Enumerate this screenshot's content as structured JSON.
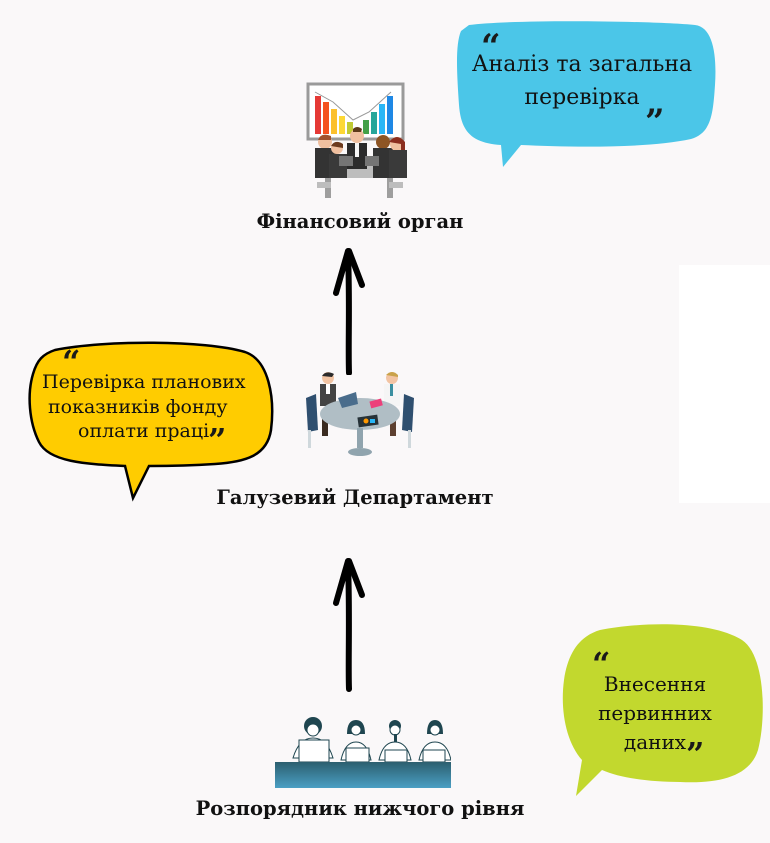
{
  "diagram": {
    "type": "hierarchy-flow",
    "direction": "bottom-to-top",
    "colors": {
      "background": "#faf8f9",
      "bubble_blue": "#4bc6e8",
      "bubble_yellow": "#ffcc00",
      "bubble_green": "#c2d82e",
      "arrow": "#000000"
    },
    "levels": [
      {
        "id": "finance",
        "label": "Фінансовий орган",
        "illustration": "presentation-meeting-icon",
        "bubble": {
          "lines": [
            "Аналіз та загальна",
            "перевірка"
          ],
          "color": "#4bc6e8"
        }
      },
      {
        "id": "department",
        "label": "Галузевий Департамент",
        "illustration": "round-table-meeting-icon",
        "bubble": {
          "lines": [
            "Перевірка планових",
            "показників фонду",
            "оплати праці"
          ],
          "color": "#ffcc00"
        }
      },
      {
        "id": "lower",
        "label": "Розпорядник нижчого рівня",
        "illustration": "office-workers-icon",
        "bubble": {
          "lines": [
            "Внесення",
            "первинних",
            "даних"
          ],
          "color": "#c2d82e"
        }
      }
    ],
    "quote_open": "“",
    "quote_close": "”",
    "edges": [
      {
        "from": "lower",
        "to": "department"
      },
      {
        "from": "department",
        "to": "finance"
      }
    ]
  }
}
